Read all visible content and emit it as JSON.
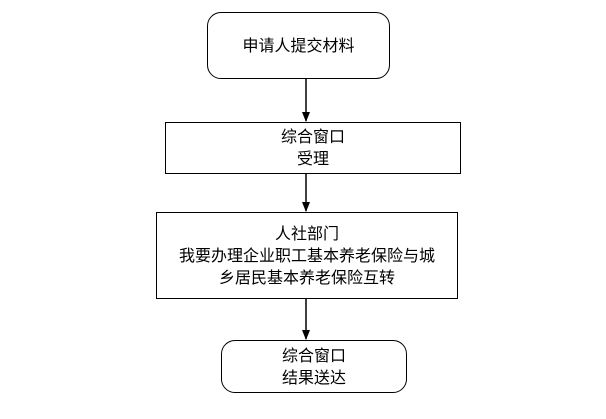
{
  "flowchart": {
    "nodes": [
      {
        "id": "start",
        "shape": "rounded",
        "lines": [
          "申请人提交材料"
        ]
      },
      {
        "id": "accept",
        "shape": "rect",
        "lines": [
          "综合窗口",
          "受理"
        ]
      },
      {
        "id": "process",
        "shape": "rect",
        "lines": [
          "人社部门",
          "我要办理企业职工基本养老保险与城",
          "乡居民基本养老保险互转"
        ]
      },
      {
        "id": "deliver",
        "shape": "rounded",
        "lines": [
          "综合窗口",
          "结果送达"
        ]
      }
    ],
    "edges": [
      {
        "from": "start",
        "to": "accept"
      },
      {
        "from": "accept",
        "to": "process"
      },
      {
        "from": "process",
        "to": "deliver"
      }
    ]
  }
}
